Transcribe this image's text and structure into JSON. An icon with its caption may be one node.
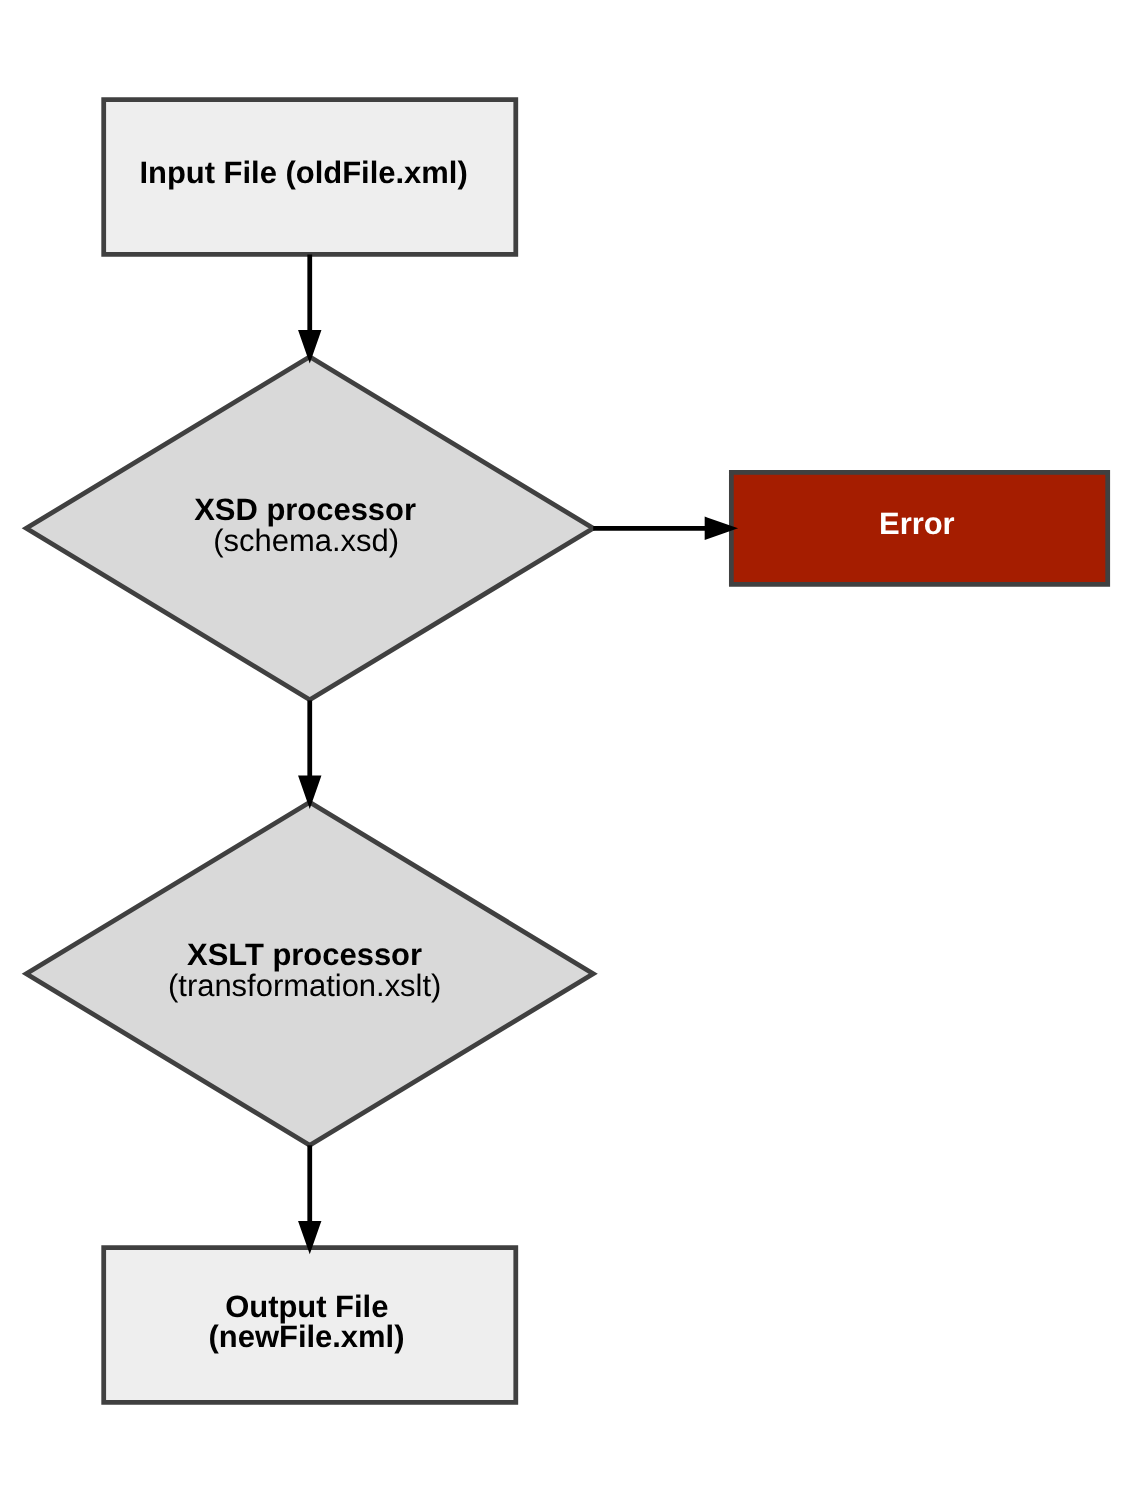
{
  "diagram": {
    "nodes": [
      {
        "text": [
          "Input File (oldFile.xml)"
        ]
      },
      {
        "text": [
          "XSD processor",
          "(schema.xsd)"
        ]
      },
      {
        "text": [
          "Error"
        ]
      },
      {
        "text": [
          "XSLT processor",
          "(transformation.xslt)"
        ]
      },
      {
        "text": [
          "Output File",
          "(newFile.xml)"
        ]
      }
    ],
    "edges": [
      {
        "from": 0,
        "to": 1,
        "arrow": "to"
      },
      {
        "from": 1,
        "to": 2,
        "arrow": "to"
      },
      {
        "from": 1,
        "to": 3,
        "arrow": "to"
      },
      {
        "from": 3,
        "to": 4,
        "arrow": "to"
      }
    ]
  }
}
